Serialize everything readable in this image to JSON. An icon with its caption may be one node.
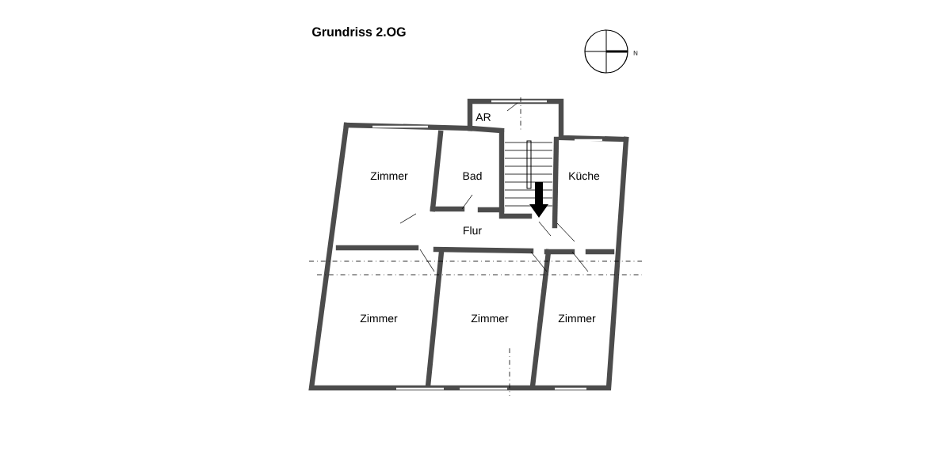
{
  "diagram": {
    "title": "Grundriss 2.OG",
    "labels": [
      "N",
      "AR",
      "Zimmer",
      "Bad",
      "Küche",
      "Flur",
      "Zimmer",
      "Zimmer",
      "Zimmer"
    ]
  }
}
